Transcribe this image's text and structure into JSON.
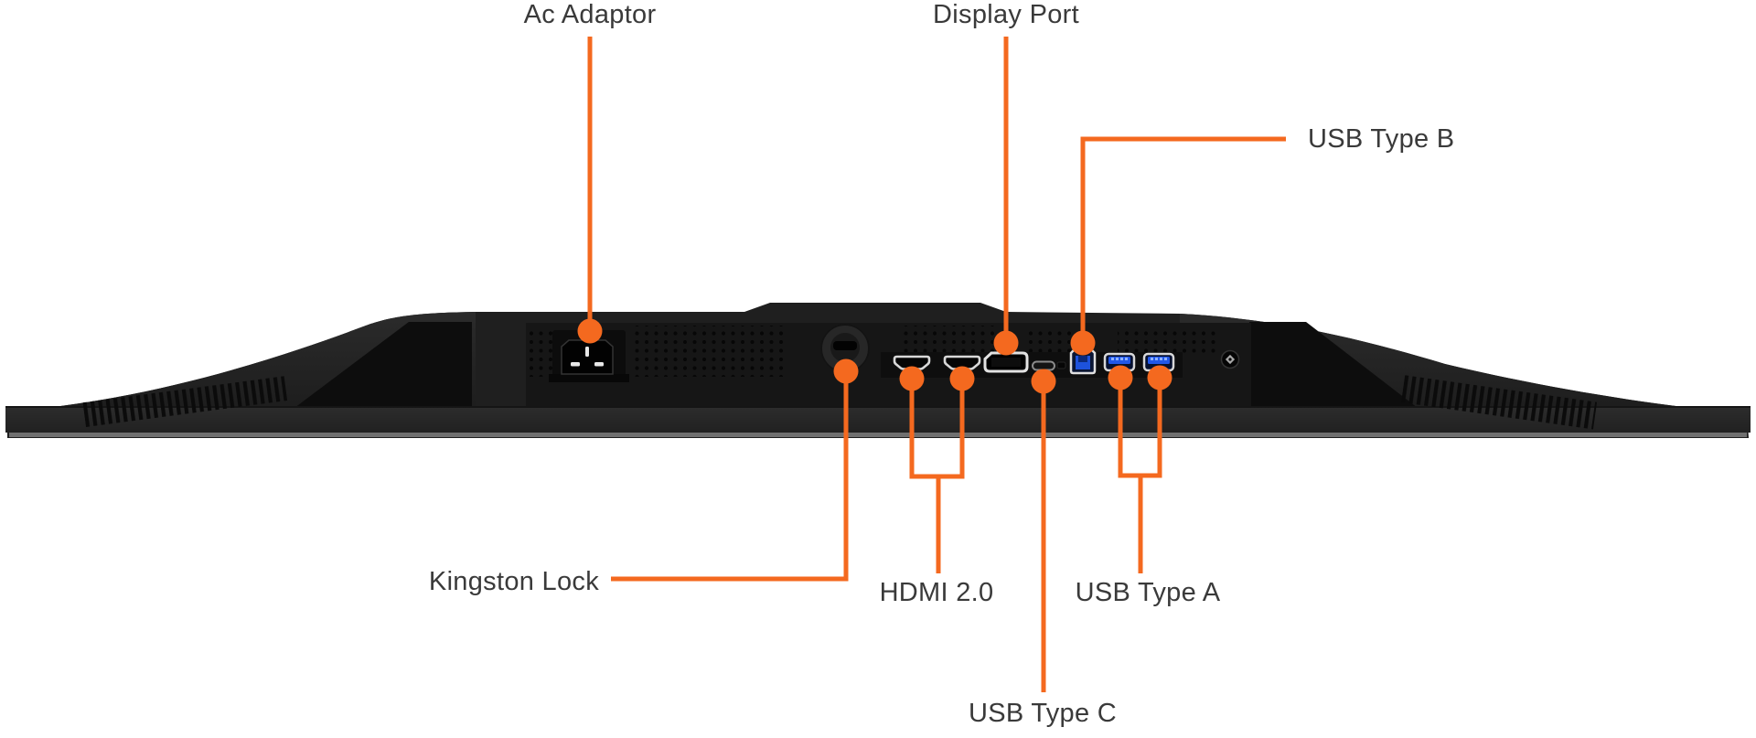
{
  "diagram": {
    "subject": "Monitor bottom view with port callouts",
    "callouts": [
      {
        "id": "ac-adaptor",
        "label": "Ac Adaptor"
      },
      {
        "id": "display-port",
        "label": "Display Port"
      },
      {
        "id": "usb-type-b",
        "label": "USB Type B"
      },
      {
        "id": "kingston-lock",
        "label": "Kingston Lock"
      },
      {
        "id": "hdmi-2-0",
        "label": "HDMI 2.0"
      },
      {
        "id": "usb-type-a",
        "label": "USB Type A"
      },
      {
        "id": "usb-type-c",
        "label": "USB Type C"
      }
    ],
    "ports_depicted": [
      "AC power inlet",
      "Kensington lock slot",
      "HDMI port x2",
      "DisplayPort",
      "USB Type C port",
      "USB Type B port",
      "USB Type A port x2",
      "screw hole"
    ],
    "colors": {
      "accent": "#F4691F",
      "label_text": "#3A3A3A",
      "body": "#1F1F1F",
      "usb_blue": "#2157E8"
    }
  }
}
